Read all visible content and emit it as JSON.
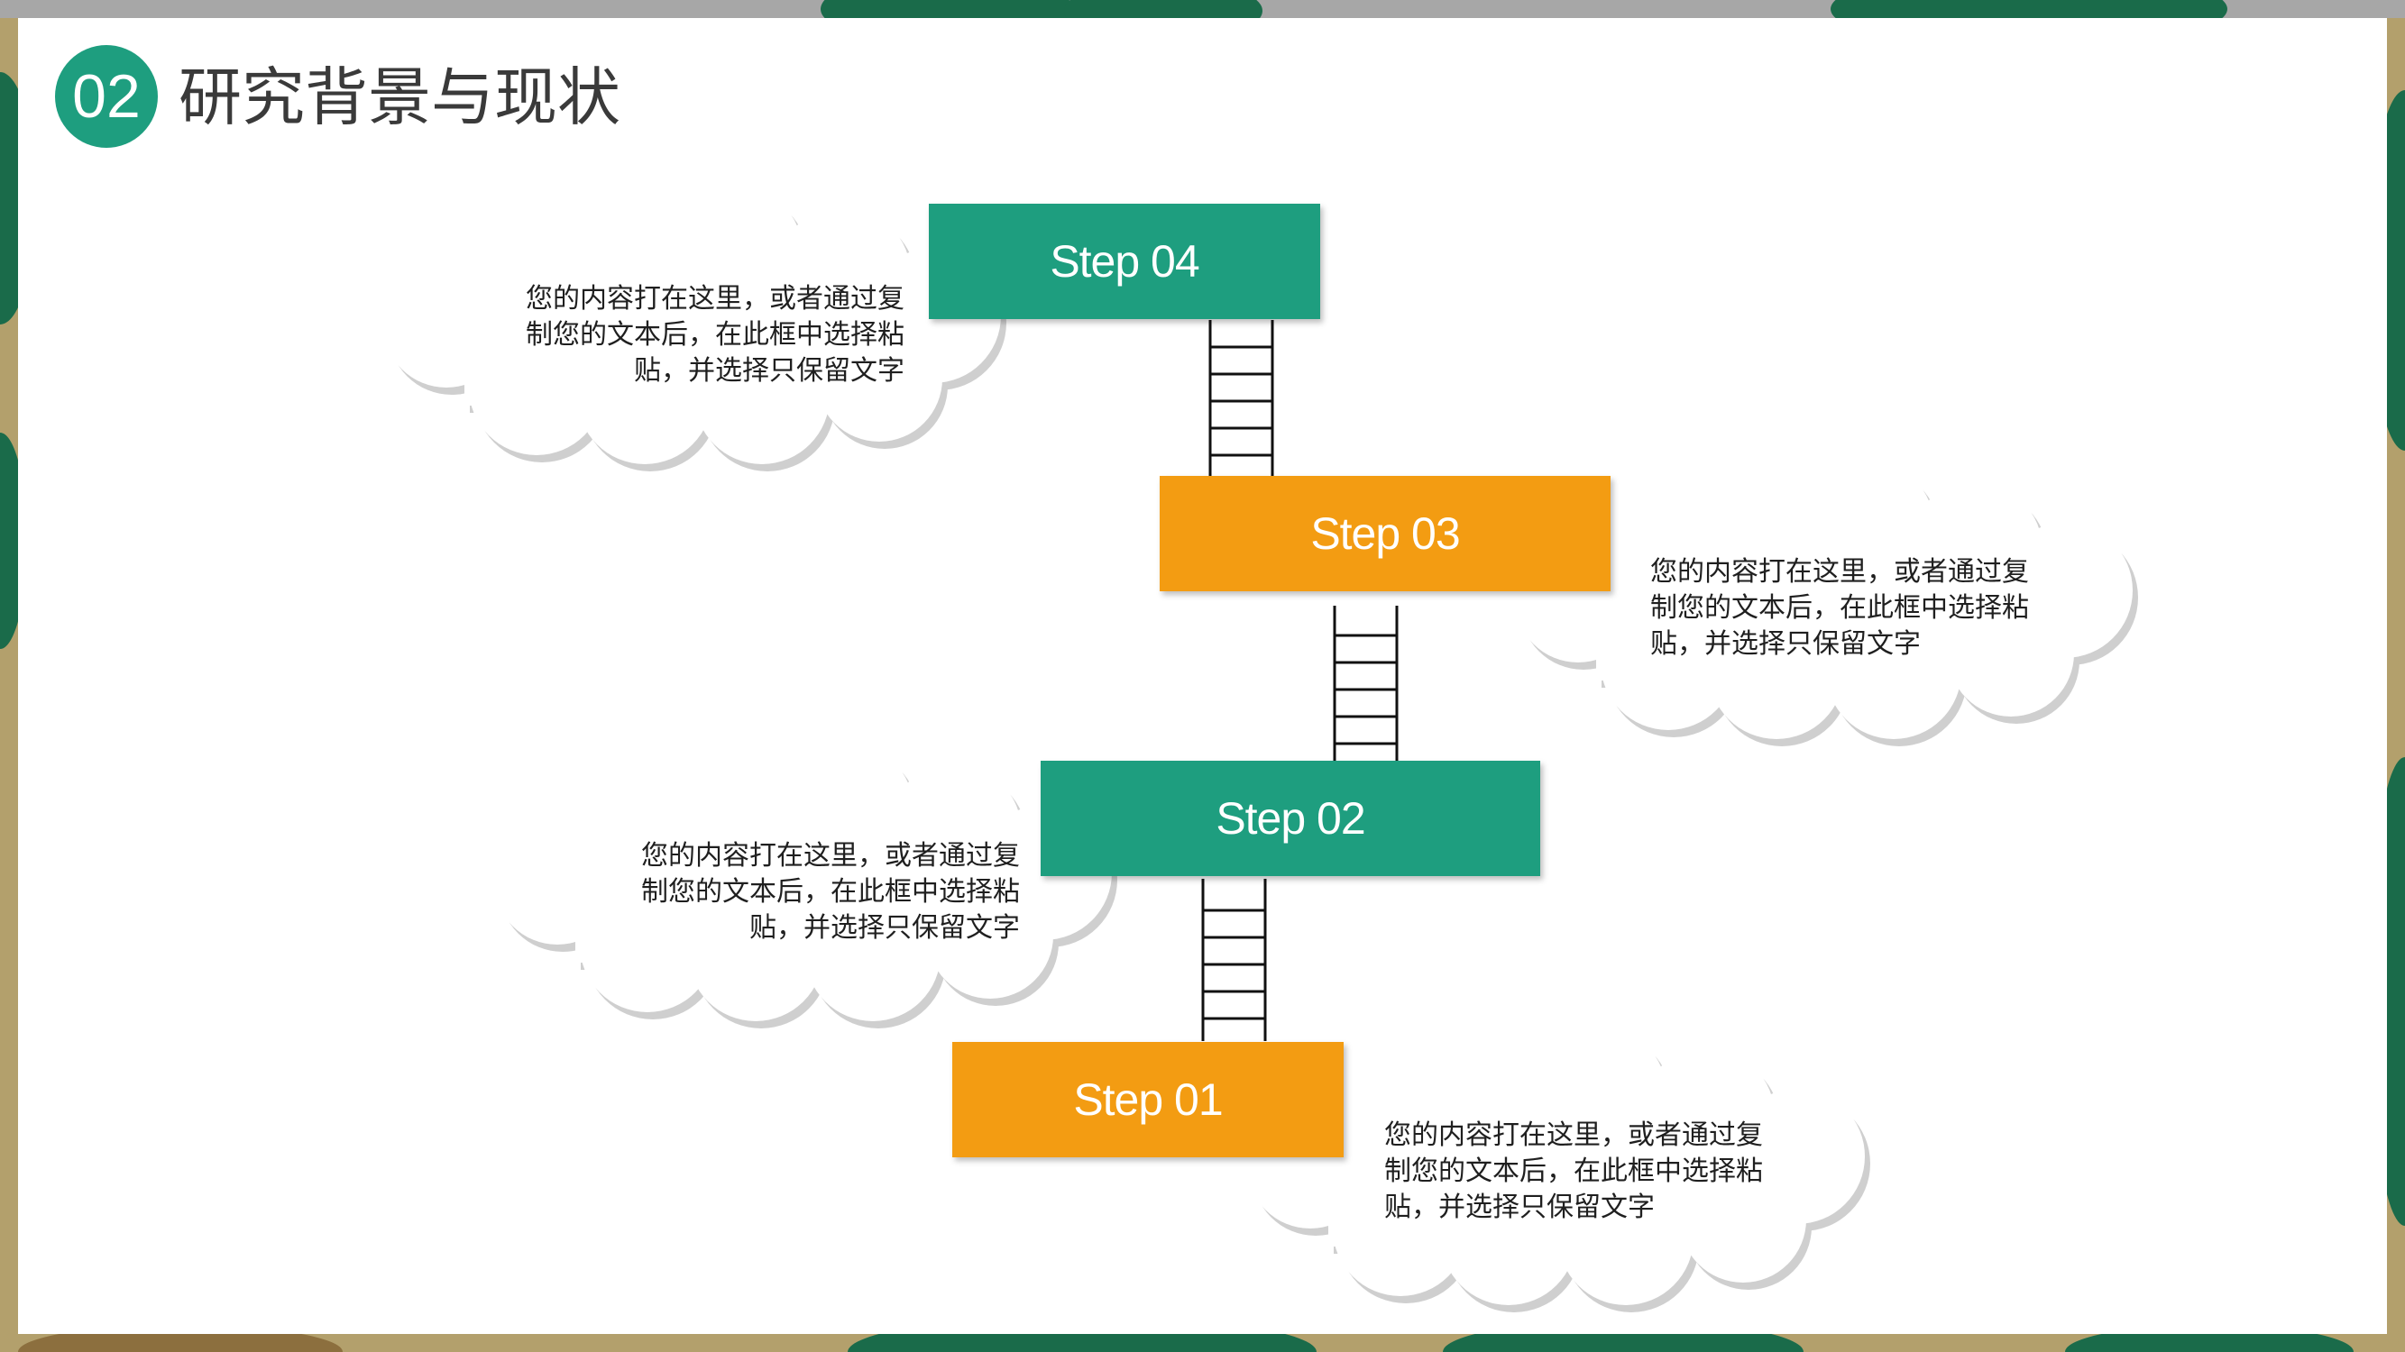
{
  "header": {
    "number": "02",
    "title": "研究背景与现状"
  },
  "colors": {
    "teal": "#1e9e7f",
    "orange": "#f39c12",
    "background_green": "#1a6b4a",
    "background_tan": "#a08a5a"
  },
  "steps": [
    {
      "label": "Step 04",
      "color": "teal",
      "text": [
        "您的内容打在这里，或者通过复",
        "制您的文本后，在此框中选择粘",
        "贴，并选择只保留文字"
      ]
    },
    {
      "label": "Step 03",
      "color": "orange",
      "text": [
        "您的内容打在这里，或者通过复",
        "制您的文本后，在此框中选择粘",
        "贴，并选择只保留文字"
      ]
    },
    {
      "label": "Step 02",
      "color": "teal",
      "text": [
        "您的内容打在这里，或者通过复",
        "制您的文本后，在此框中选择粘",
        "贴，并选择只保留文字"
      ]
    },
    {
      "label": "Step 01",
      "color": "orange",
      "text": [
        "您的内容打在这里，或者通过复",
        "制您的文本后，在此框中选择粘",
        "贴，并选择只保留文字"
      ]
    }
  ]
}
